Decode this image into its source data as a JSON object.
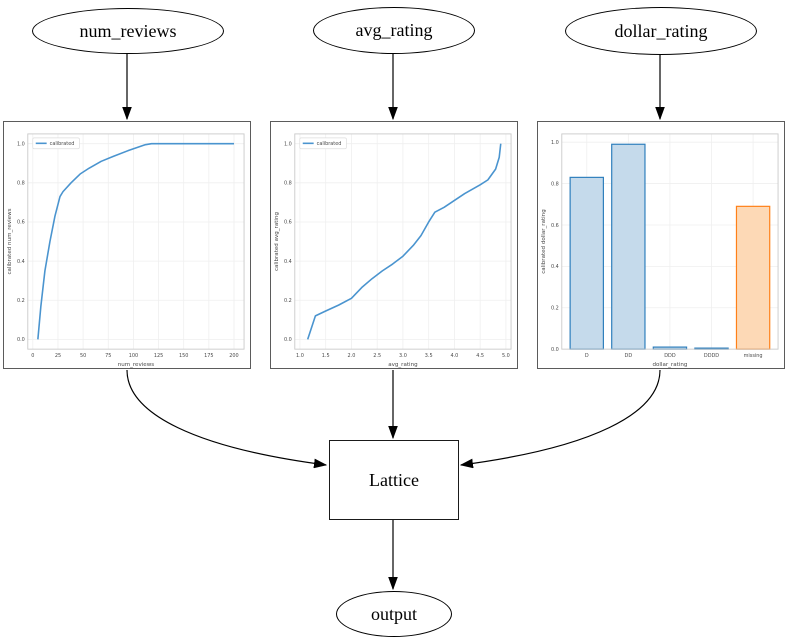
{
  "diagram": {
    "nodes": {
      "num_reviews": "num_reviews",
      "avg_rating": "avg_rating",
      "dollar_rating": "dollar_rating",
      "lattice": "Lattice",
      "output": "output"
    }
  },
  "colors": {
    "line": "#4a94cf",
    "bar_fill": "#c5daeb",
    "bar_edge": "#2e7ebc",
    "missing_fill": "#fdd9b6",
    "missing_edge": "#ff8018",
    "grid": "#efefef",
    "spine": "#c9c9c9",
    "tick_text": "#4a4a4a",
    "edge_stroke": "#000000"
  },
  "chart_data": [
    {
      "type": "line",
      "title": "",
      "xlabel": "num_reviews",
      "ylabel": "calibrated num_reviews",
      "legend": [
        "calibrated"
      ],
      "xlim": [
        -5,
        210
      ],
      "ylim": [
        -0.05,
        1.05
      ],
      "xticks": [
        0,
        25,
        50,
        75,
        100,
        125,
        150,
        175,
        200
      ],
      "xtick_labels": [
        "0",
        "25",
        "50",
        "75",
        "100",
        "125",
        "150",
        "175",
        "200"
      ],
      "yticks": [
        0.0,
        0.2,
        0.4,
        0.6,
        0.8,
        1.0
      ],
      "ytick_labels": [
        "0.0",
        "0.2",
        "0.4",
        "0.6",
        "0.8",
        "1.0"
      ],
      "x": [
        5,
        8,
        12,
        17,
        22,
        27,
        30,
        38,
        47,
        56,
        68,
        80,
        95,
        112,
        118,
        200
      ],
      "y": [
        0.0,
        0.17,
        0.35,
        0.5,
        0.63,
        0.73,
        0.755,
        0.8,
        0.845,
        0.875,
        0.91,
        0.935,
        0.965,
        0.995,
        1.0,
        1.0
      ],
      "grid": true,
      "legend_position": "upper-left"
    },
    {
      "type": "line",
      "title": "",
      "xlabel": "avg_rating",
      "ylabel": "calibrated avg_rating",
      "legend": [
        "calibrated"
      ],
      "xlim": [
        0.9,
        5.1
      ],
      "ylim": [
        -0.05,
        1.05
      ],
      "xticks": [
        1.0,
        1.5,
        2.0,
        2.5,
        3.0,
        3.5,
        4.0,
        4.5,
        5.0
      ],
      "xtick_labels": [
        "1.0",
        "1.5",
        "2.0",
        "2.5",
        "3.0",
        "3.5",
        "4.0",
        "4.5",
        "5.0"
      ],
      "yticks": [
        0.0,
        0.2,
        0.4,
        0.6,
        0.8,
        1.0
      ],
      "ytick_labels": [
        "0.0",
        "0.2",
        "0.4",
        "0.6",
        "0.8",
        "1.0"
      ],
      "x": [
        1.15,
        1.3,
        1.5,
        1.75,
        2.0,
        2.2,
        2.4,
        2.6,
        2.8,
        3.0,
        3.2,
        3.35,
        3.5,
        3.62,
        3.8,
        4.0,
        4.2,
        4.5,
        4.65,
        4.8,
        4.87,
        4.9
      ],
      "y": [
        0.0,
        0.12,
        0.145,
        0.175,
        0.21,
        0.265,
        0.31,
        0.35,
        0.385,
        0.425,
        0.48,
        0.53,
        0.6,
        0.65,
        0.675,
        0.71,
        0.745,
        0.79,
        0.815,
        0.87,
        0.93,
        1.0
      ],
      "grid": true,
      "legend_position": "upper-left"
    },
    {
      "type": "bar",
      "title": "",
      "xlabel": "dollar_rating",
      "ylabel": "calibrated dollar_rating",
      "categories": [
        "D",
        "DD",
        "DDD",
        "DDDD",
        "missing"
      ],
      "values": [
        0.83,
        0.99,
        0.01,
        0.005,
        0.69
      ],
      "bar_color_keys": [
        "blue",
        "blue",
        "blue",
        "blue",
        "orange"
      ],
      "xlim": [
        -0.6,
        4.6
      ],
      "ylim": [
        0,
        1.04
      ],
      "yticks": [
        0.0,
        0.2,
        0.4,
        0.6,
        0.8,
        1.0
      ],
      "ytick_labels": [
        "0.0",
        "0.2",
        "0.4",
        "0.6",
        "0.8",
        "1.0"
      ],
      "grid": true
    }
  ]
}
